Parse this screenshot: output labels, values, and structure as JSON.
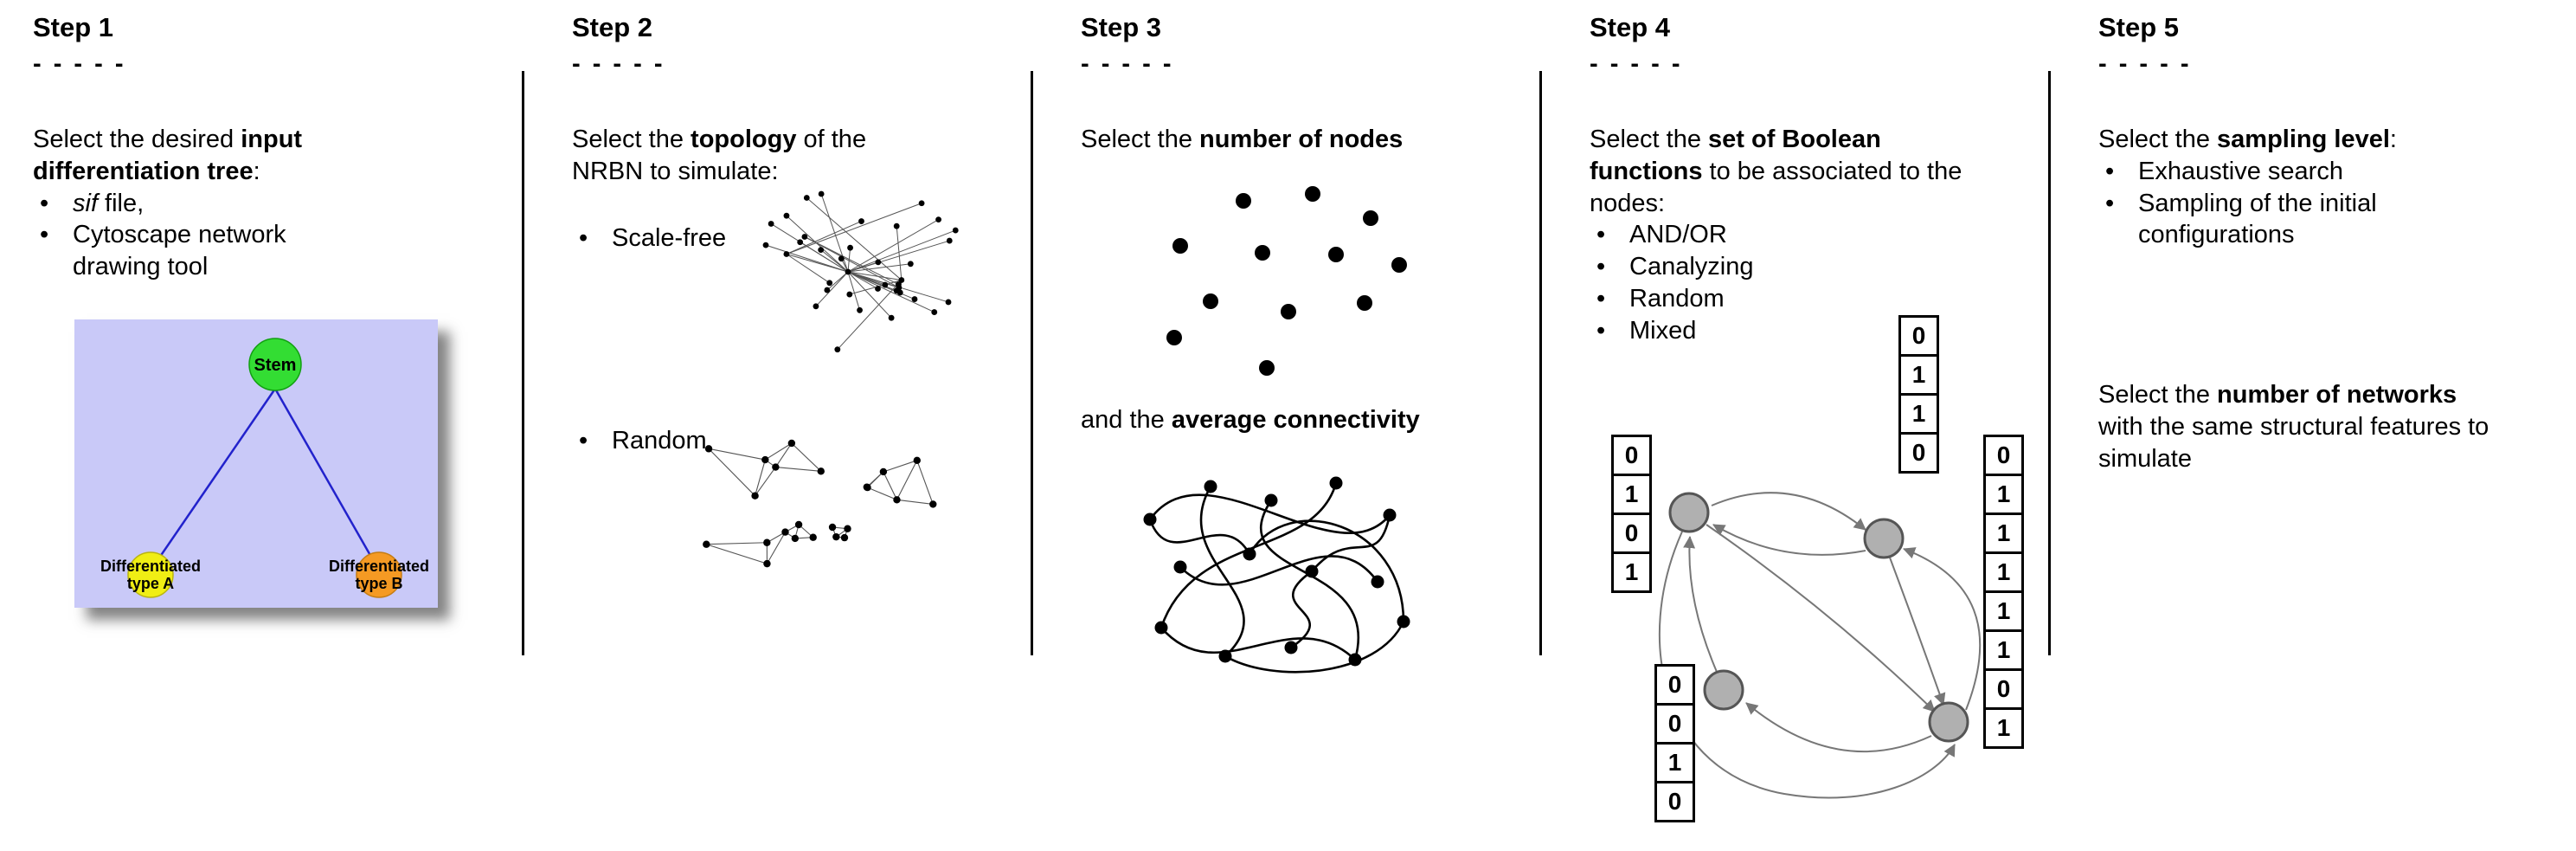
{
  "ui": {
    "bullet": "•"
  },
  "colors": {
    "stem_green": "#33dd33",
    "type_a_yellow": "#f0ee14",
    "type_b_orange": "#f59a23",
    "tree_background": "#c9c9f8",
    "tree_edge_blue": "#2222cc",
    "network_node_gray": "#b0b0b0"
  },
  "steps": [
    {
      "title": "Step 1",
      "dashes": "- - - - -",
      "intro": {
        "pre": "Select the desired ",
        "bold": "input differentiation tree",
        "post": ":"
      },
      "bullet1": {
        "italic": "sif",
        "rest": " file,"
      },
      "bullet2": "Cytoscape network drawing tool",
      "tree": {
        "root": "Stem",
        "left1": "Differentiated",
        "left2": "type A",
        "right1": "Differentiated",
        "right2": "type B"
      }
    },
    {
      "title": "Step 2",
      "dashes": "- - - - -",
      "intro": {
        "pre": "Select the ",
        "bold": "topology",
        "post": " of the NRBN to simulate:"
      },
      "bullets": [
        "Scale-free",
        "Random"
      ]
    },
    {
      "title": "Step 3",
      "dashes": "- - - - -",
      "intro1": {
        "pre": "Select the ",
        "bold": "number of nodes",
        "post": ""
      },
      "intro2": {
        "pre": "and the ",
        "bold": "average connectivity",
        "post": ""
      }
    },
    {
      "title": "Step 4",
      "dashes": "- - - - -",
      "intro": {
        "pre": "Select the ",
        "bold": "set of Boolean functions",
        "post": " to be associated to the nodes:"
      },
      "bullets": [
        "AND/OR",
        "Canalyzing",
        "Random",
        "Mixed"
      ],
      "tables": {
        "top": [
          "0",
          "1",
          "1",
          "0"
        ],
        "left": [
          "0",
          "1",
          "0",
          "1"
        ],
        "right": [
          "0",
          "1",
          "1",
          "1",
          "1",
          "1",
          "0",
          "1"
        ],
        "bottom": [
          "0",
          "0",
          "1",
          "0"
        ]
      }
    },
    {
      "title": "Step 5",
      "dashes": "- - - - -",
      "intro1": {
        "pre": "Select the ",
        "bold": "sampling level",
        "post": ":"
      },
      "bullets": [
        "Exhaustive search",
        "Sampling of the initial configurations"
      ],
      "intro2": {
        "pre": "Select the ",
        "bold": "number of networks",
        "post": " with the same structural features to simulate"
      }
    }
  ]
}
